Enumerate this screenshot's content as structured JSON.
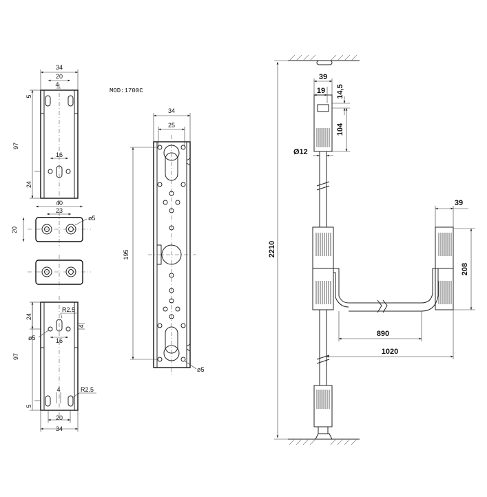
{
  "model": {
    "label": "MOD:1700C"
  },
  "top_bracket": {
    "w34": "34",
    "w20": "20",
    "w4": "4",
    "h5": "5",
    "h97": "97",
    "h24": "24",
    "w16": "16"
  },
  "plate": {
    "w40": "40",
    "w23": "23",
    "h20": "20",
    "d5": "ø5"
  },
  "bottom_bracket": {
    "h24": "24",
    "r25a": "R2.5",
    "h4": "4",
    "d5": "ø5",
    "w16": "16",
    "h97": "97",
    "w4": "4",
    "r25b": "R2.5",
    "h5": "5",
    "w20": "20",
    "w34": "34"
  },
  "lock_plate": {
    "w34": "34",
    "w25": "25",
    "h195": "195",
    "d5": "ø5"
  },
  "assembly": {
    "w39_top": "39",
    "w19": "19",
    "h14_5": "14,5",
    "h104": "104",
    "d12": "Ø12",
    "h2210": "2210",
    "w39_side": "39",
    "h208": "208",
    "w890": "890",
    "w1020": "1020"
  }
}
